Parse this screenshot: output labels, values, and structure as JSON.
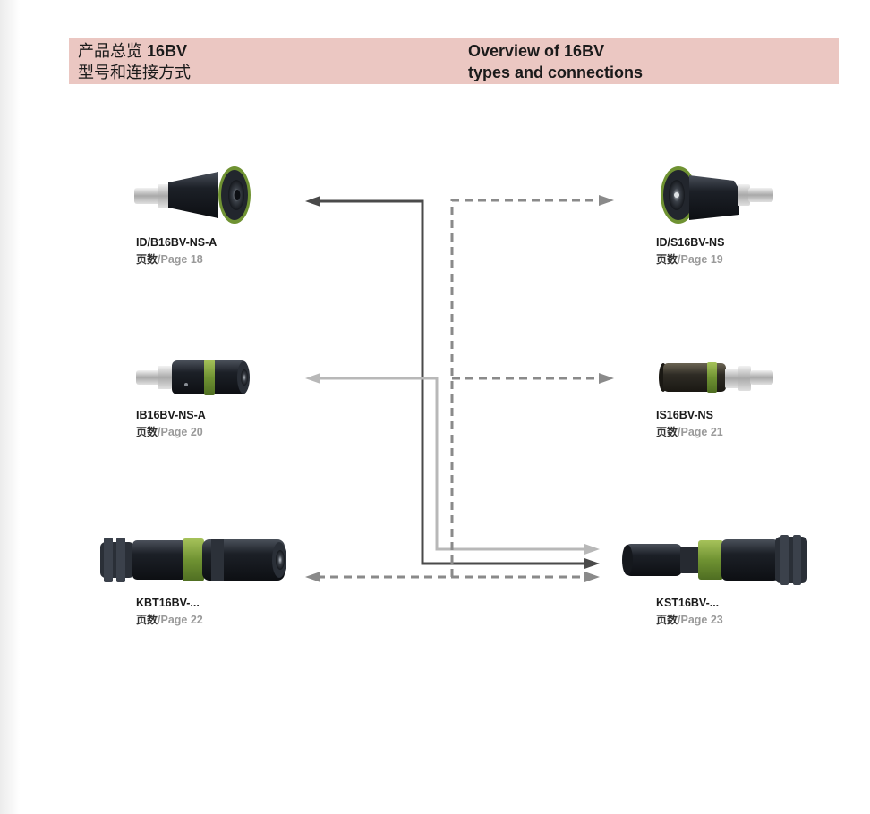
{
  "header": {
    "left_line1_zh": "产品总览",
    "left_line1_en": "16BV",
    "left_line2_zh": "型号和连接方式",
    "right_line1": "Overview of 16BV",
    "right_line2": "types and connections"
  },
  "page_prefix_zh": "页数",
  "page_sep": "/",
  "products": {
    "idb": {
      "name": "ID/B16BV-NS-A",
      "page": "Page 18"
    },
    "ids": {
      "name": "ID/S16BV-NS",
      "page": "Page 19"
    },
    "ib": {
      "name": "IB16BV-NS-A",
      "page": "Page 20"
    },
    "is": {
      "name": "IS16BV-NS",
      "page": "Page 21"
    },
    "kbt": {
      "name": "KBT16BV-...",
      "page": "Page 22"
    },
    "kst": {
      "name": "KST16BV-...",
      "page": "Page 23"
    }
  },
  "colors": {
    "header_band": "#ebc7c2",
    "connector_body": "#1f232a",
    "accent_green": "#7fa23a",
    "line_dark": "#4a4a4a",
    "line_light": "#b8b8b8",
    "line_dashed": "#8a8a8a"
  }
}
